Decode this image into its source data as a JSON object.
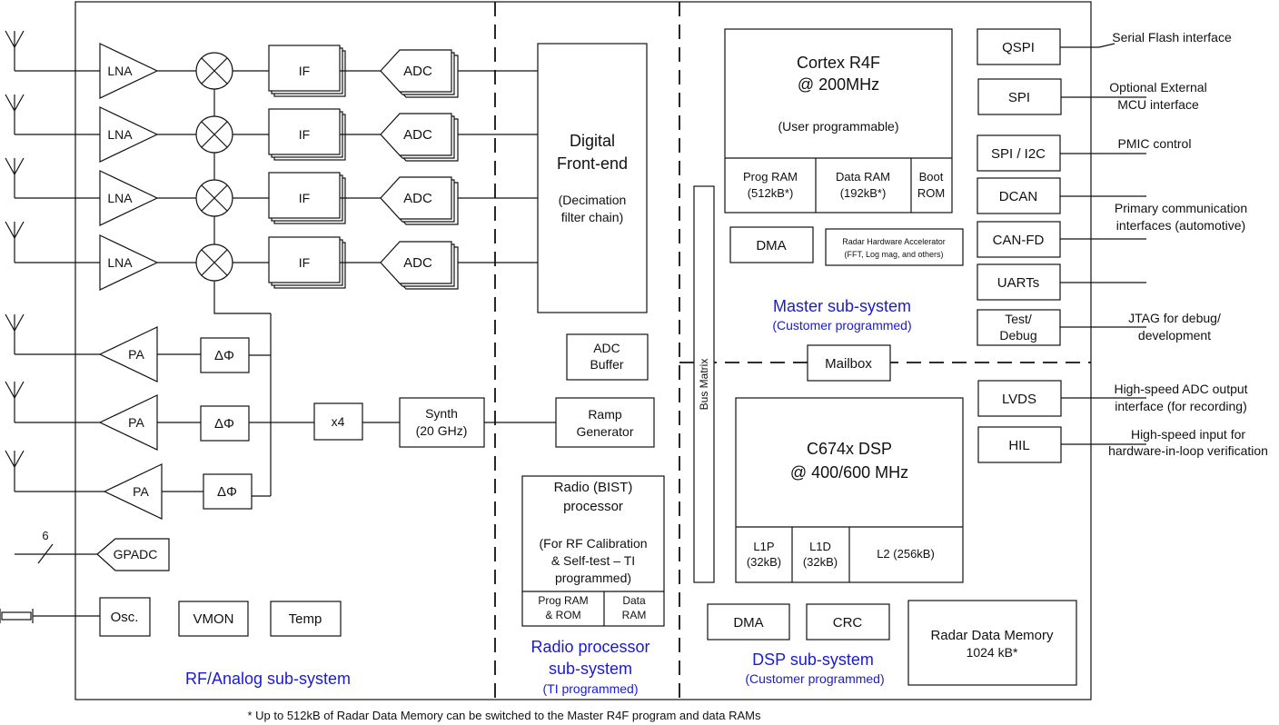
{
  "rf": {
    "lna": "LNA",
    "if": "IF",
    "adc": "ADC",
    "pa": "PA",
    "phase": "ΔΦ",
    "x4": "x4",
    "synth1": "Synth",
    "synth2": "(20 GHz)",
    "gpadc": "GPADC",
    "bus_width": "6",
    "osc": "Osc.",
    "vmon": "VMON",
    "temp": "Temp",
    "label": "RF/Analog sub-system"
  },
  "dfe": {
    "l1": "Digital",
    "l2": "Front-end",
    "l3": "(Decimation",
    "l4": "filter chain)"
  },
  "radio": {
    "adcbuf1": "ADC",
    "adcbuf2": "Buffer",
    "ramp1": "Ramp",
    "ramp2": "Generator",
    "bist1": "Radio (BIST)",
    "bist2": "processor",
    "bist3": "(For RF Calibration",
    "bist4": "& Self-test  – TI",
    "bist5": "programmed)",
    "program1": "Prog RAM",
    "program2": "& ROM",
    "dataram1": "Data",
    "dataram2": "RAM",
    "label1": "Radio processor",
    "label2": "sub-system",
    "label3": "(TI programmed)"
  },
  "master": {
    "cpu1": "Cortex R4F",
    "cpu2": "@ 200MHz",
    "cpu3": "(User programmable)",
    "program1": "Prog RAM",
    "program2": "(512kB*)",
    "dataram1": "Data RAM",
    "dataram2": "(192kB*)",
    "boot1": "Boot",
    "boot2": "ROM",
    "dma": "DMA",
    "hwa1": "Radar Hardware Accelerator",
    "hwa2": "(FFT, Log mag, and others)",
    "label1": "Master sub-system",
    "label2": "(Customer programmed)",
    "busmatrix": "Bus Matrix",
    "mailbox": "Mailbox"
  },
  "dsp": {
    "cpu1": "C674x DSP",
    "cpu2": "@ 400/600 MHz",
    "l1p1": "L1P",
    "l1p2": "(32kB)",
    "l1d1": "L1D",
    "l1d2": "(32kB)",
    "l2": "L2 (256kB)",
    "dma": "DMA",
    "crc": "CRC",
    "rdm1": "Radar Data Memory",
    "rdm2": "1024 kB*",
    "label1": "DSP sub-system",
    "label2": "(Customer programmed)"
  },
  "periph": {
    "qspi": "QSPI",
    "spi": "SPI",
    "spii2c": "SPI / I2C",
    "dcan": "DCAN",
    "canfd": "CAN-FD",
    "uarts": "UARTs",
    "test1": "Test/",
    "test2": "Debug",
    "lvds": "LVDS",
    "hil": "HIL"
  },
  "ext": {
    "serial": "Serial Flash interface",
    "mcu1": "Optional External",
    "mcu2": "MCU interface",
    "pmic": "PMIC control",
    "comm1": "Primary communication",
    "comm2": "interfaces (automotive)",
    "jtag1": "JTAG for debug/",
    "jtag2": "development",
    "hsadc1": "High-speed ADC output",
    "hsadc2": "interface (for recording)",
    "hsin1": "High-speed input for",
    "hsin2": "hardware-in-loop verification"
  },
  "footnote": "* Up to 512kB of Radar Data Memory can be switched to the Master R4F program and data RAMs"
}
